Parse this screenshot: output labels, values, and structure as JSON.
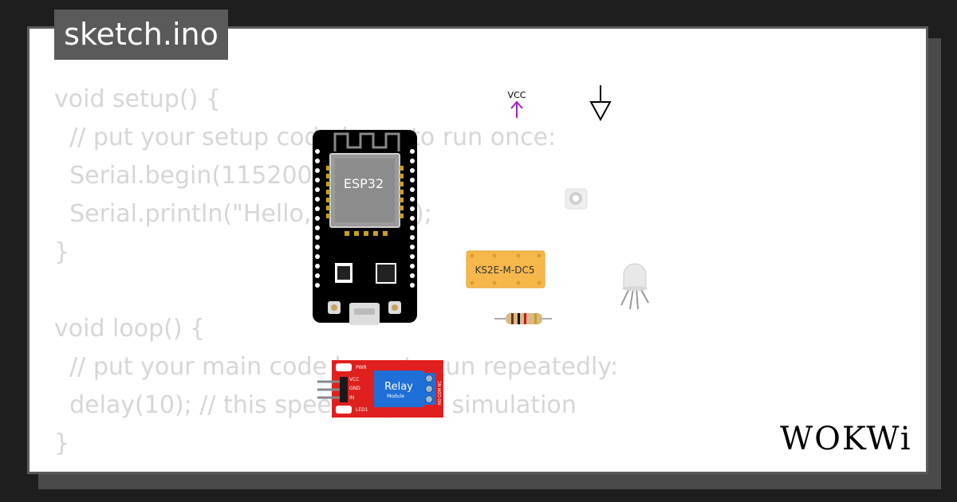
{
  "file_tab": {
    "label": "sketch.ino"
  },
  "code": [
    {
      "text": "void setup() {"
    },
    {
      "text": "  // put your setup code here, to run once:"
    },
    {
      "text": "  Serial.begin(115200);"
    },
    {
      "text": "  Serial.println(\"Hello, ESP32!\");"
    },
    {
      "text": "}"
    },
    {
      "text": ""
    },
    {
      "text": "void loop() {"
    },
    {
      "text": "  // put your main code here, to run repeatedly:"
    },
    {
      "text": "  delay(10); // this speeds up the simulation"
    },
    {
      "text": "}"
    }
  ],
  "parts": {
    "esp32": {
      "label": "ESP32"
    },
    "vcc": {
      "label": "VCC"
    },
    "relay_ks2e": {
      "label": "KS2E-M-DC5"
    },
    "relay_module": {
      "title": "Relay",
      "subtitle": "Module",
      "pin_vcc": "VCC",
      "pin_gnd": "GND",
      "pin_in": "IN",
      "label_pwr": "PWR",
      "label_led": "LED1",
      "label_terminals": "NO COM NC"
    }
  },
  "brand": {
    "name": "WOKWi"
  },
  "colors": {
    "background": "#1e1e1e",
    "card": "#ffffff",
    "code_text": "#d6d6d6",
    "vcc": "#a020c0",
    "relay_yellow": "#f7b84b",
    "relay_module_red": "#e0201e",
    "relay_module_blue": "#1f6fd8"
  }
}
